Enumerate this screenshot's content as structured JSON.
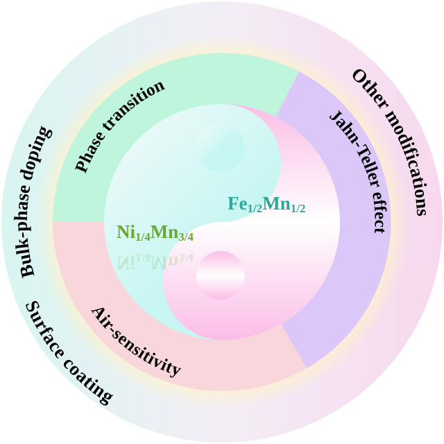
{
  "outer_ring": {
    "bulk": "Bulk-phase doping",
    "other": "Other modifications",
    "surface": "Surface coating"
  },
  "middle_ring": {
    "phase": "Phase transition",
    "jahn": "Jahn-Teller effect",
    "air": "Air-sensitivity"
  },
  "center": {
    "fe_main1": "Fe",
    "fe_sub1": "1/2",
    "fe_main2": "Mn",
    "fe_sub2": "1/2",
    "ni_main1": "Ni",
    "ni_sub1": "1/4",
    "ni_main2": "Mn",
    "ni_sub2": "3/4"
  },
  "colors": {
    "green_segment": "#bff5dc",
    "purple_segment": "#dcc8f8",
    "pink_segment": "#f9d6dc",
    "fe_text": "#2aa89a",
    "ni_text": "#6aa834"
  }
}
